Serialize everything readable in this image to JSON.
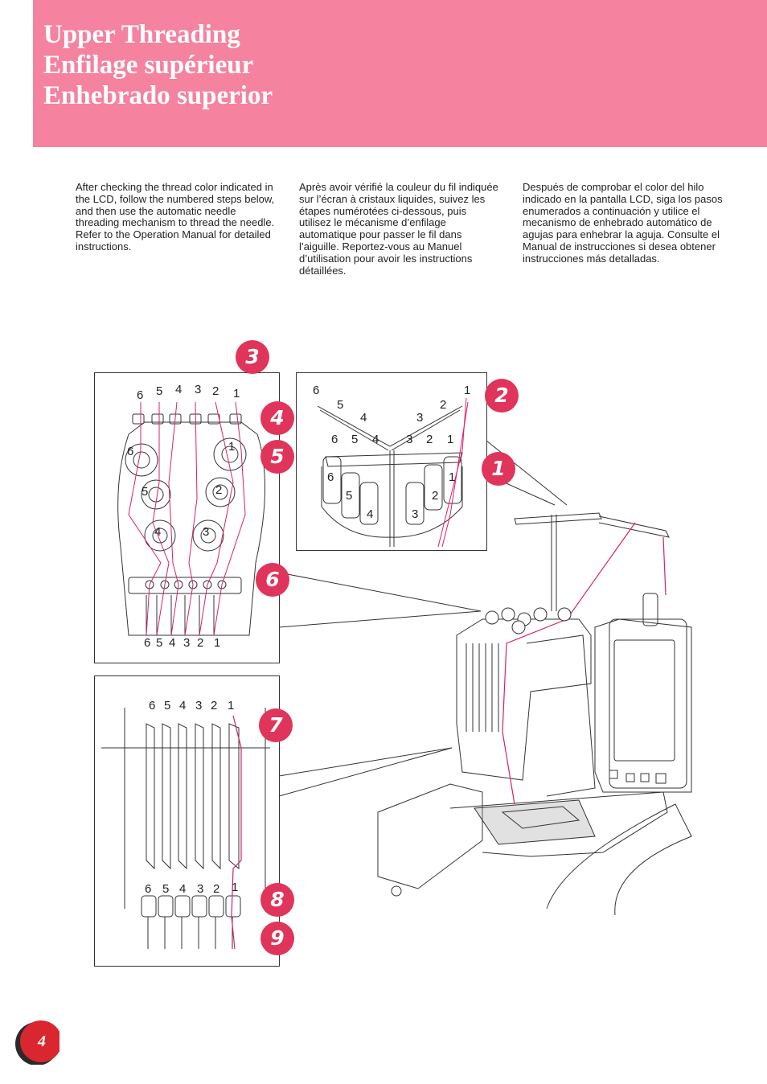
{
  "header": {
    "title_en": "Upper Threading",
    "title_fr": "Enfilage supérieur",
    "title_es": "Enhebrado superior"
  },
  "intro": {
    "en": "After checking the thread color indicated in the LCD, follow the numbered steps below, and then use the automatic needle threading mechanism to thread the needle. Refer to the Operation Manual for detailed instructions.",
    "fr": "Après avoir vérifié la couleur du fil indiquée sur l’écran à cristaux liquides, suivez les étapes numérotées ci-dessous, puis utilisez le mécanisme d’enfilage automatique pour passer le fil dans l’aiguille. Reportez-vous au Manuel d’utilisation pour avoir les instructions détaillées.",
    "es": "Después de comprobar el color del hilo indicado en la pantalla LCD, siga los pasos enumerados a continuación y utilice el mecanismo de enhebrado automático de agujas para enhebrar la aguja. Consulte el Manual de instrucciones si desea obtener instrucciones más detalladas."
  },
  "steps": [
    "3",
    "4",
    "5",
    "6",
    "2",
    "1",
    "7",
    "8",
    "9"
  ],
  "spool_labels": [
    "1",
    "2",
    "3",
    "4",
    "5",
    "6"
  ],
  "page_number": "4",
  "colors": {
    "header_pink": "#f5829f",
    "step_badge_red": "#e0345a",
    "thread_magenta": "#d8206e",
    "page_badge_red": "#d9262f"
  }
}
